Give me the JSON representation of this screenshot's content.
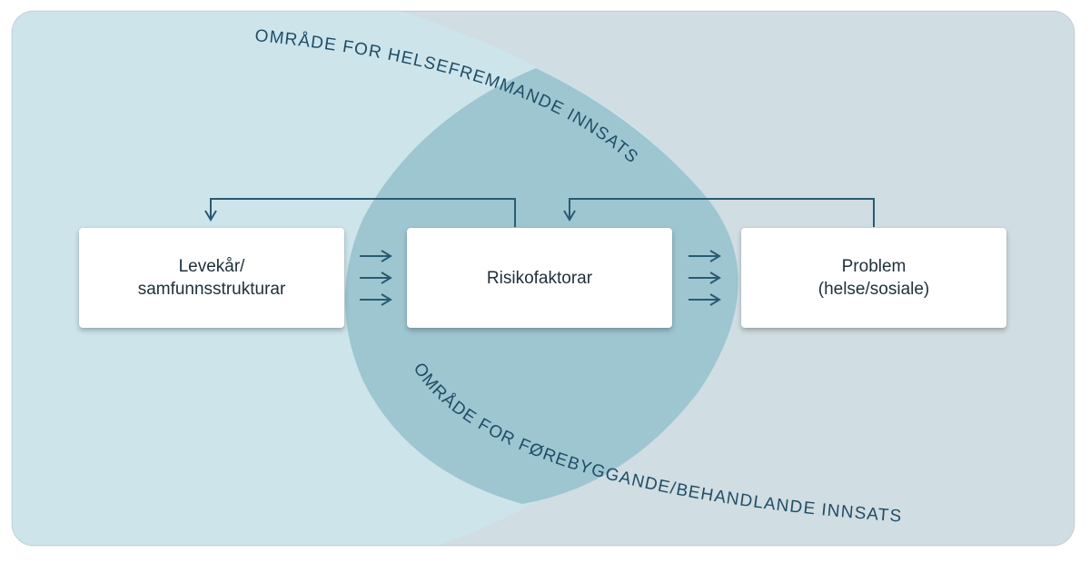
{
  "zones": {
    "health_promotion": "OMRÅDE FOR HELSEFREMMANDE INNSATS",
    "prevention": "OMRÅDE FOR FØREBYGGANDE/BEHANDLANDE INNSATS"
  },
  "boxes": [
    {
      "label": "Levekår/\nsamfunnsstrukturar"
    },
    {
      "label": "Risikofaktorar"
    },
    {
      "label": "Problem\n(helse/sosiale)"
    }
  ],
  "colors": {
    "left_zone": "#cde4eb",
    "right_zone": "#d0dde2",
    "overlap": "#9ec6d1",
    "arrow": "#2a5a72",
    "text": "#1f4d66"
  }
}
